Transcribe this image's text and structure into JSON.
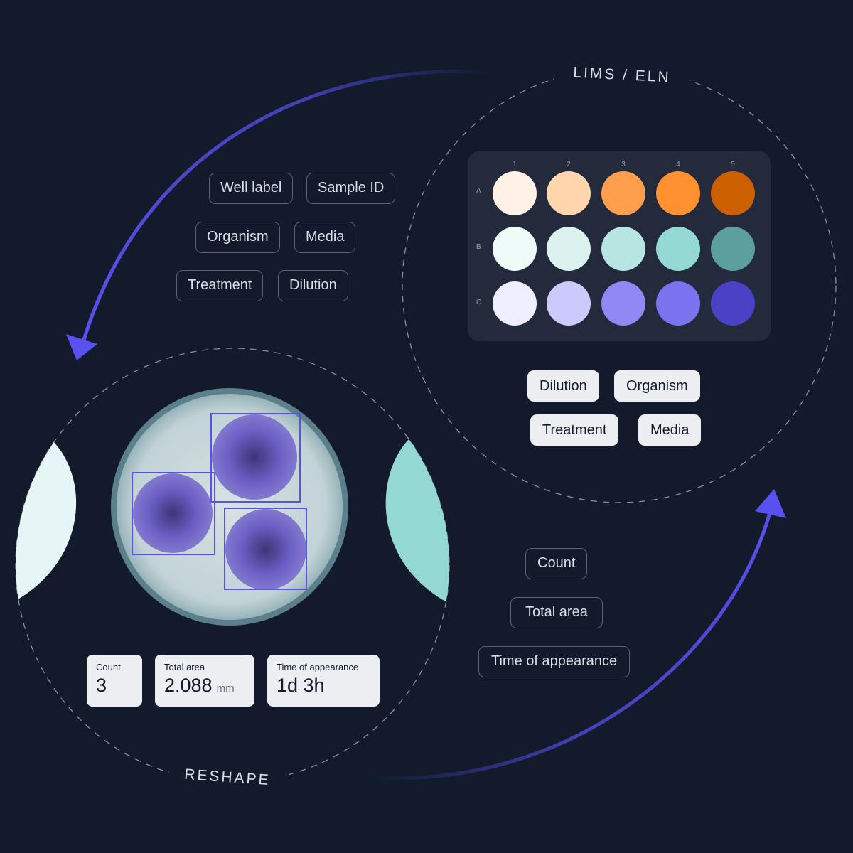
{
  "lims_label": "LIMS / ELN",
  "reshape_label": "RESHAPE",
  "metadata_tags": [
    "Well label",
    "Sample ID",
    "Organism",
    "Media",
    "Treatment",
    "Dilution"
  ],
  "plate": {
    "columns": [
      "1",
      "2",
      "3",
      "4",
      "5"
    ],
    "rows": [
      "A",
      "B",
      "C"
    ],
    "colors": [
      [
        "#fff1e6",
        "#ffd5ad",
        "#ff9f4d",
        "#ff9130",
        "#cc5f00"
      ],
      [
        "#eefbf8",
        "#dbf2ef",
        "#b7e5e2",
        "#94d8d3",
        "#5c9f9c"
      ],
      [
        "#efeeff",
        "#ccc9fc",
        "#8f87f2",
        "#7a72ee",
        "#4a41c4"
      ]
    ]
  },
  "plate_tags": [
    "Dilution",
    "Organism",
    "Treatment",
    "Media"
  ],
  "result_tags": [
    "Count",
    "Total area",
    "Time of appearance"
  ],
  "stats": {
    "count": {
      "label": "Count",
      "value": "3"
    },
    "area": {
      "label": "Total area",
      "value": "2.088",
      "unit": "mm"
    },
    "time": {
      "label": "Time of appearance",
      "value": "1d 3h"
    }
  },
  "colors": {
    "background": "#121a2c",
    "arrow": "#5a50f0",
    "colony": "#6a5fc4",
    "bounding_box": "#5b4ff0",
    "light_teal": "#e6f5f5",
    "teal": "#94d8d3"
  }
}
